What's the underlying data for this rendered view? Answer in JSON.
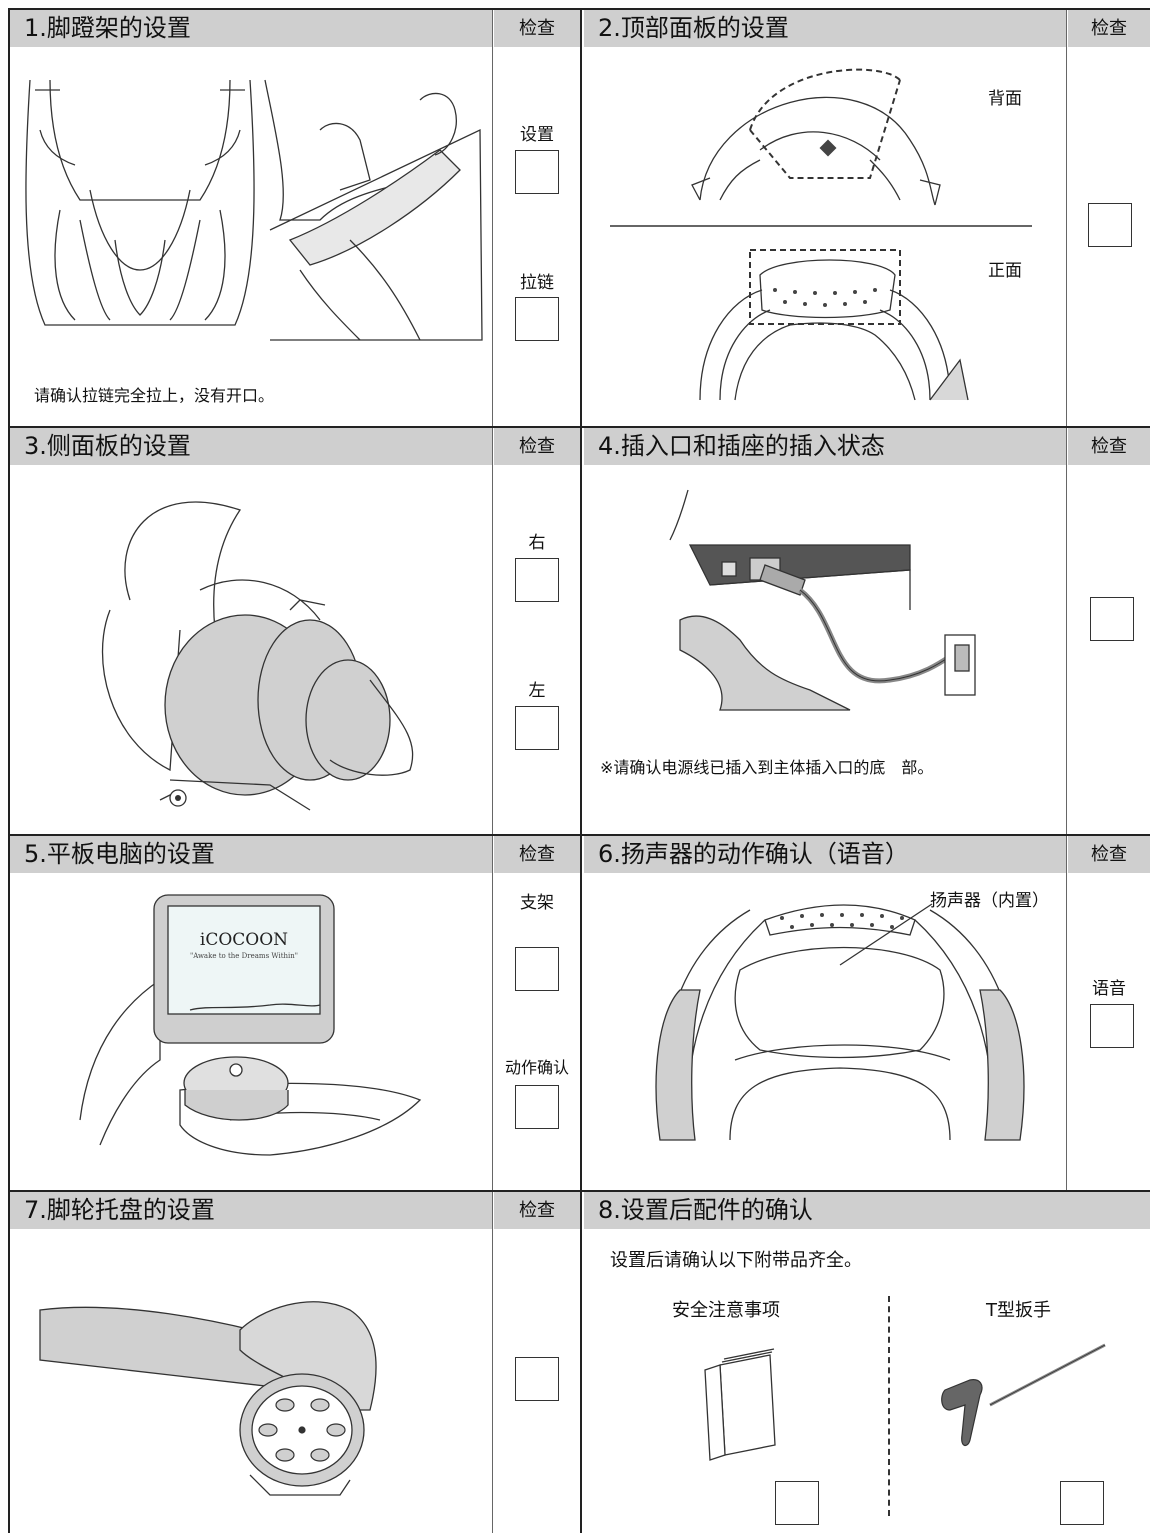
{
  "check_label": "检查",
  "s1": {
    "title": "1.脚蹬架的设置",
    "label_a": "设置",
    "label_b": "拉链",
    "note": "请确认拉链完全拉上，没有开口。"
  },
  "s2": {
    "title": "2.顶部面板的设置",
    "back_label": "背面",
    "front_label": "正面"
  },
  "s3": {
    "title": "3.侧面板的设置",
    "label_a": "右",
    "label_b": "左"
  },
  "s4": {
    "title": "4.插入口和插座的插入状态",
    "note": "※请确认电源线已插入到主体插入口的底　部。"
  },
  "s5": {
    "title": "5.平板电脑的设置",
    "label_a": "支架",
    "label_b": "动作确认",
    "screen_brand": "iCOCOON",
    "screen_tagline": "\"Awake to the Dreams Within\""
  },
  "s6": {
    "title": "6.扬声器的动作确认（语音）",
    "callout": "扬声器（内置）",
    "label_a": "语音"
  },
  "s7": {
    "title": "7.脚轮托盘的设置"
  },
  "s8": {
    "title": "8.设置后配件的确认",
    "intro": "设置后请确认以下附带品齐全。",
    "item_a": "安全注意事项",
    "item_b": "T型扳手"
  },
  "colors": {
    "header_bg": "#cfcfcf",
    "line": "#222222",
    "gray_fill": "#d0d0d0"
  }
}
